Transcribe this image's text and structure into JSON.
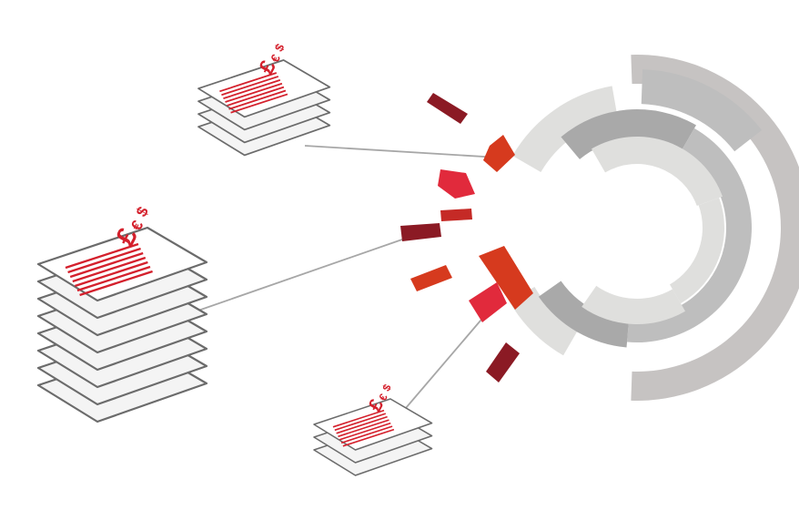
{
  "colors": {
    "background": "#ffffff",
    "ring_light": "#dfdfdd",
    "ring_mid": "#bebebe",
    "ring_dark": "#a9a9a9",
    "ring_outer": "#c6c3c2",
    "doc_stroke": "#6b6b6b",
    "doc_fill": "#f4f4f4",
    "doc_red": "#d4202c",
    "frag_dark": "#8b1a24",
    "frag_crimson": "#e12a3c",
    "frag_orange": "#d63a1e",
    "connector": "#a7a7a7"
  },
  "icons": [
    "document-stack-icon",
    "currency-symbols-icon",
    "ring-diagram-icon"
  ],
  "stacks": [
    {
      "name": "top",
      "sheets": 4,
      "symbols": [
        "£",
        "€",
        "$"
      ]
    },
    {
      "name": "left",
      "sheets": 8,
      "symbols": [
        "£",
        "€",
        "$"
      ]
    },
    {
      "name": "bottom",
      "sheets": 3,
      "symbols": [
        "£",
        "€",
        "$"
      ]
    }
  ]
}
